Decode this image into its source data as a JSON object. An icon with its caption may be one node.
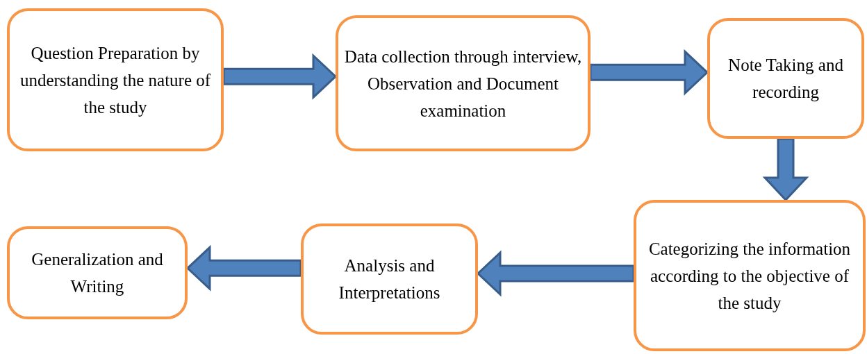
{
  "diagram": {
    "nodes": [
      {
        "text": [
          "Question Preparation by understanding the nature of the study"
        ]
      },
      {
        "text": [
          "Data collection through interview, Observation and Document examination"
        ]
      },
      {
        "text": [
          "Note Taking and recording"
        ]
      },
      {
        "text": [
          "Categorizing the information according to the objective of the study"
        ]
      },
      {
        "text": [
          "Analysis and Interpretations"
        ]
      },
      {
        "text": [
          "Generalization and Writing"
        ]
      }
    ],
    "edges": [
      {
        "from": 0,
        "to": 1,
        "arrow": "to"
      },
      {
        "from": 1,
        "to": 2,
        "arrow": "to"
      },
      {
        "from": 2,
        "to": 3,
        "arrow": "to"
      },
      {
        "from": 3,
        "to": 4,
        "arrow": "to"
      },
      {
        "from": 4,
        "to": 5,
        "arrow": "to"
      }
    ]
  }
}
